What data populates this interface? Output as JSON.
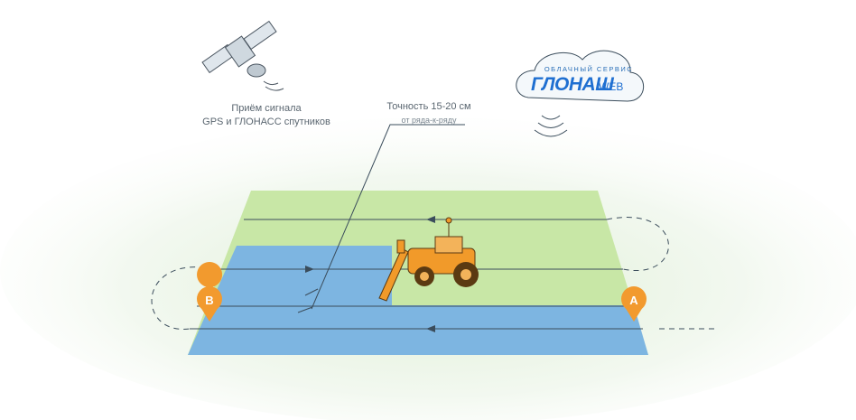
{
  "satellite": {
    "label_line1": "Приём сигнала",
    "label_line2": "GPS и ГЛОНАСС спутников",
    "icon": "satellite-icon"
  },
  "accuracy": {
    "label_line1": "Точность 15-20 см",
    "label_line2": "от ряда-к-ряду"
  },
  "cloud": {
    "title": "ОБЛАЧНЫЙ СЕРВИС",
    "brand": "ГЛОНАШ",
    "suffix": "WEB",
    "icon": "cloud-icon"
  },
  "markers": {
    "start": "A",
    "end": "B"
  },
  "vehicle": {
    "icon": "tractor-icon"
  },
  "colors": {
    "field_green": "#c8e7a6",
    "worked_blue": "#74aee2",
    "marker_orange": "#f29a2e",
    "tractor_orange": "#f19a2a",
    "brand_blue": "#1f6fd1"
  }
}
